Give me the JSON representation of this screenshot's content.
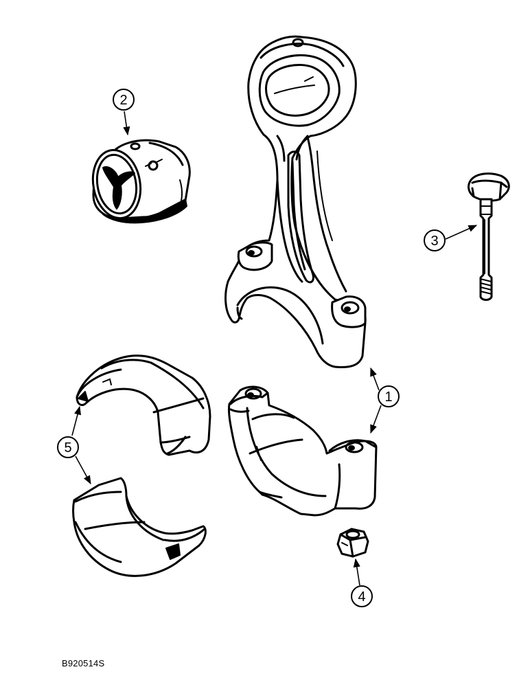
{
  "figure": {
    "code": "B920514S"
  },
  "callouts": [
    {
      "id": "1",
      "label": "1"
    },
    {
      "id": "2",
      "label": "2"
    },
    {
      "id": "3",
      "label": "3"
    },
    {
      "id": "4",
      "label": "4"
    },
    {
      "id": "5",
      "label": "5"
    }
  ]
}
